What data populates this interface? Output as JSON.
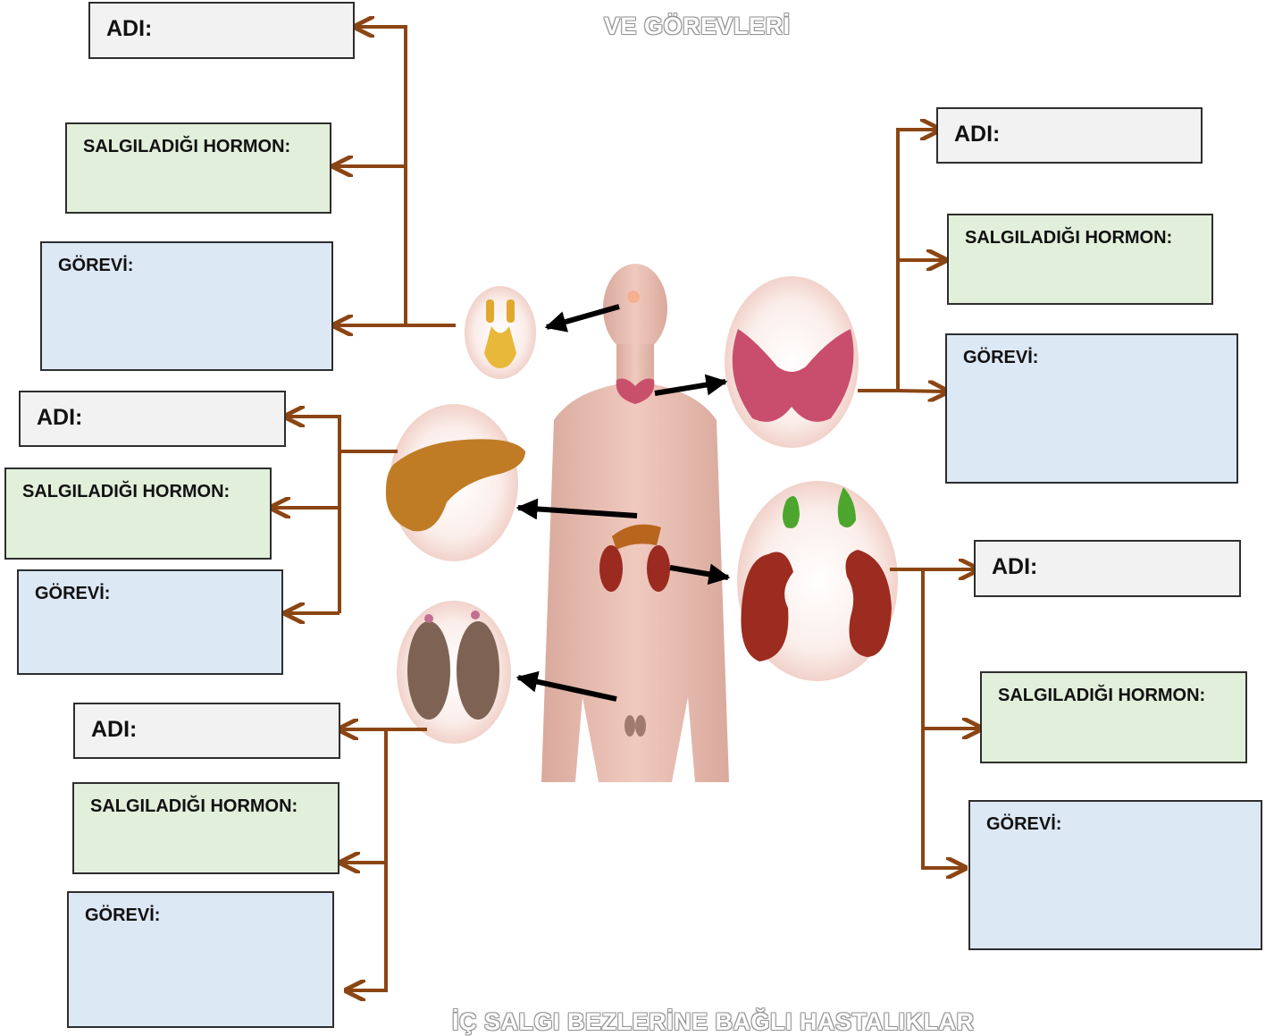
{
  "header": {
    "title_top": "VE GÖREVLERİ",
    "title_bottom": "İÇ SALGI BEZLERİNE BAĞLI HASTALIKLAR"
  },
  "labels": {
    "adi": "ADI:",
    "hormon": "SALGILADIĞI HORMON:",
    "gorevi": "GÖREVİ:"
  },
  "colors": {
    "connector": "#8b4513",
    "arrow": "#000000",
    "adi_fill": "#f2f2f2",
    "hormon_fill": "#e2efda",
    "gorevi_fill": "#dde8f5",
    "skin": "#e9bcb0"
  },
  "groups": [
    {
      "organ": "pituitary-gland"
    },
    {
      "organ": "thyroid-gland"
    },
    {
      "organ": "pancreas"
    },
    {
      "organ": "adrenal-glands-kidneys"
    },
    {
      "organ": "testes"
    }
  ]
}
